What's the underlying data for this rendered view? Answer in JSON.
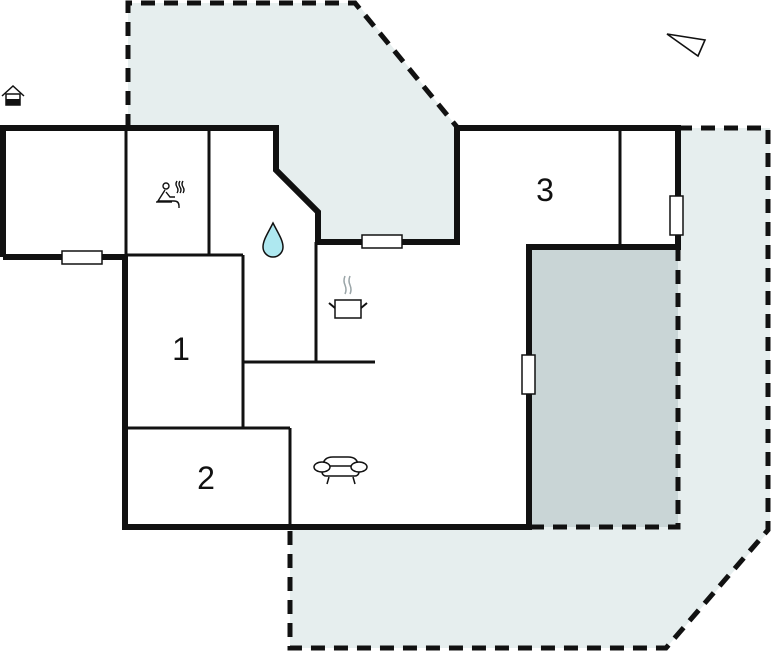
{
  "diagram": {
    "type": "floor-plan",
    "colors": {
      "wall": "#111111",
      "terrace": "#e6eeee",
      "covered_terrace": "#c9d5d6",
      "water_drop": "#aee8f0",
      "steam": "#9aa5a8",
      "background": "#ffffff"
    },
    "rooms": [
      {
        "id": "1",
        "label": "1",
        "type": "bedroom"
      },
      {
        "id": "2",
        "label": "2",
        "type": "bedroom"
      },
      {
        "id": "3",
        "label": "3",
        "type": "bedroom"
      }
    ],
    "icons": [
      {
        "name": "sauna-icon",
        "room": "sauna"
      },
      {
        "name": "water-drop-icon",
        "room": "bathroom"
      },
      {
        "name": "cooking-pot-icon",
        "room": "kitchen"
      },
      {
        "name": "armchair-icon",
        "room": "living-room"
      },
      {
        "name": "entrance-house-icon",
        "room": "entrance"
      },
      {
        "name": "north-arrow-icon",
        "room": "compass"
      }
    ],
    "areas": [
      {
        "name": "terrace-north",
        "style": "dashed"
      },
      {
        "name": "terrace-east-south",
        "style": "dashed"
      },
      {
        "name": "covered-terrace",
        "style": "dashed"
      }
    ]
  }
}
